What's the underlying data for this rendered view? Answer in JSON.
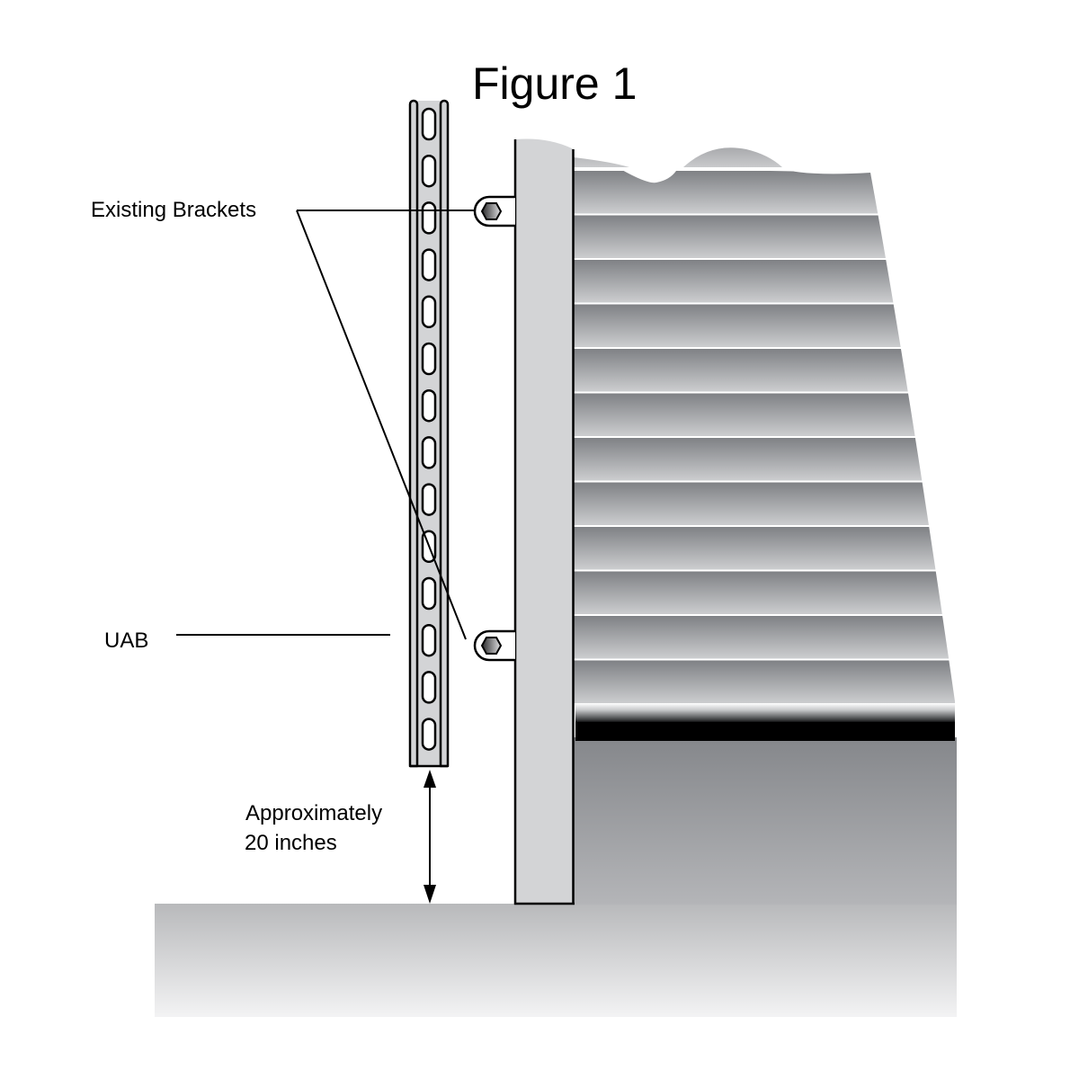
{
  "figure": {
    "title": "Figure 1"
  },
  "labels": {
    "existing_brackets": "Existing Brackets",
    "uab": "UAB",
    "clearance_line1": "Approximately",
    "clearance_line2": "20 inches"
  },
  "components": {
    "uab_rail": {
      "slot_count": 14,
      "description": "Slotted vertical rail (UAB)"
    },
    "brackets": [
      {
        "name": "upper-bracket"
      },
      {
        "name": "lower-bracket"
      }
    ],
    "door_slats": {
      "count": 12
    }
  },
  "colors": {
    "panel_light": "#d3d4d6",
    "floor_top": "#b9babc",
    "floor_bottom": "#f2f2f3",
    "slat_dark": "#7e8084",
    "slat_light": "#cfd0d2",
    "bottom_bar": "#000000",
    "outline": "#000000"
  }
}
